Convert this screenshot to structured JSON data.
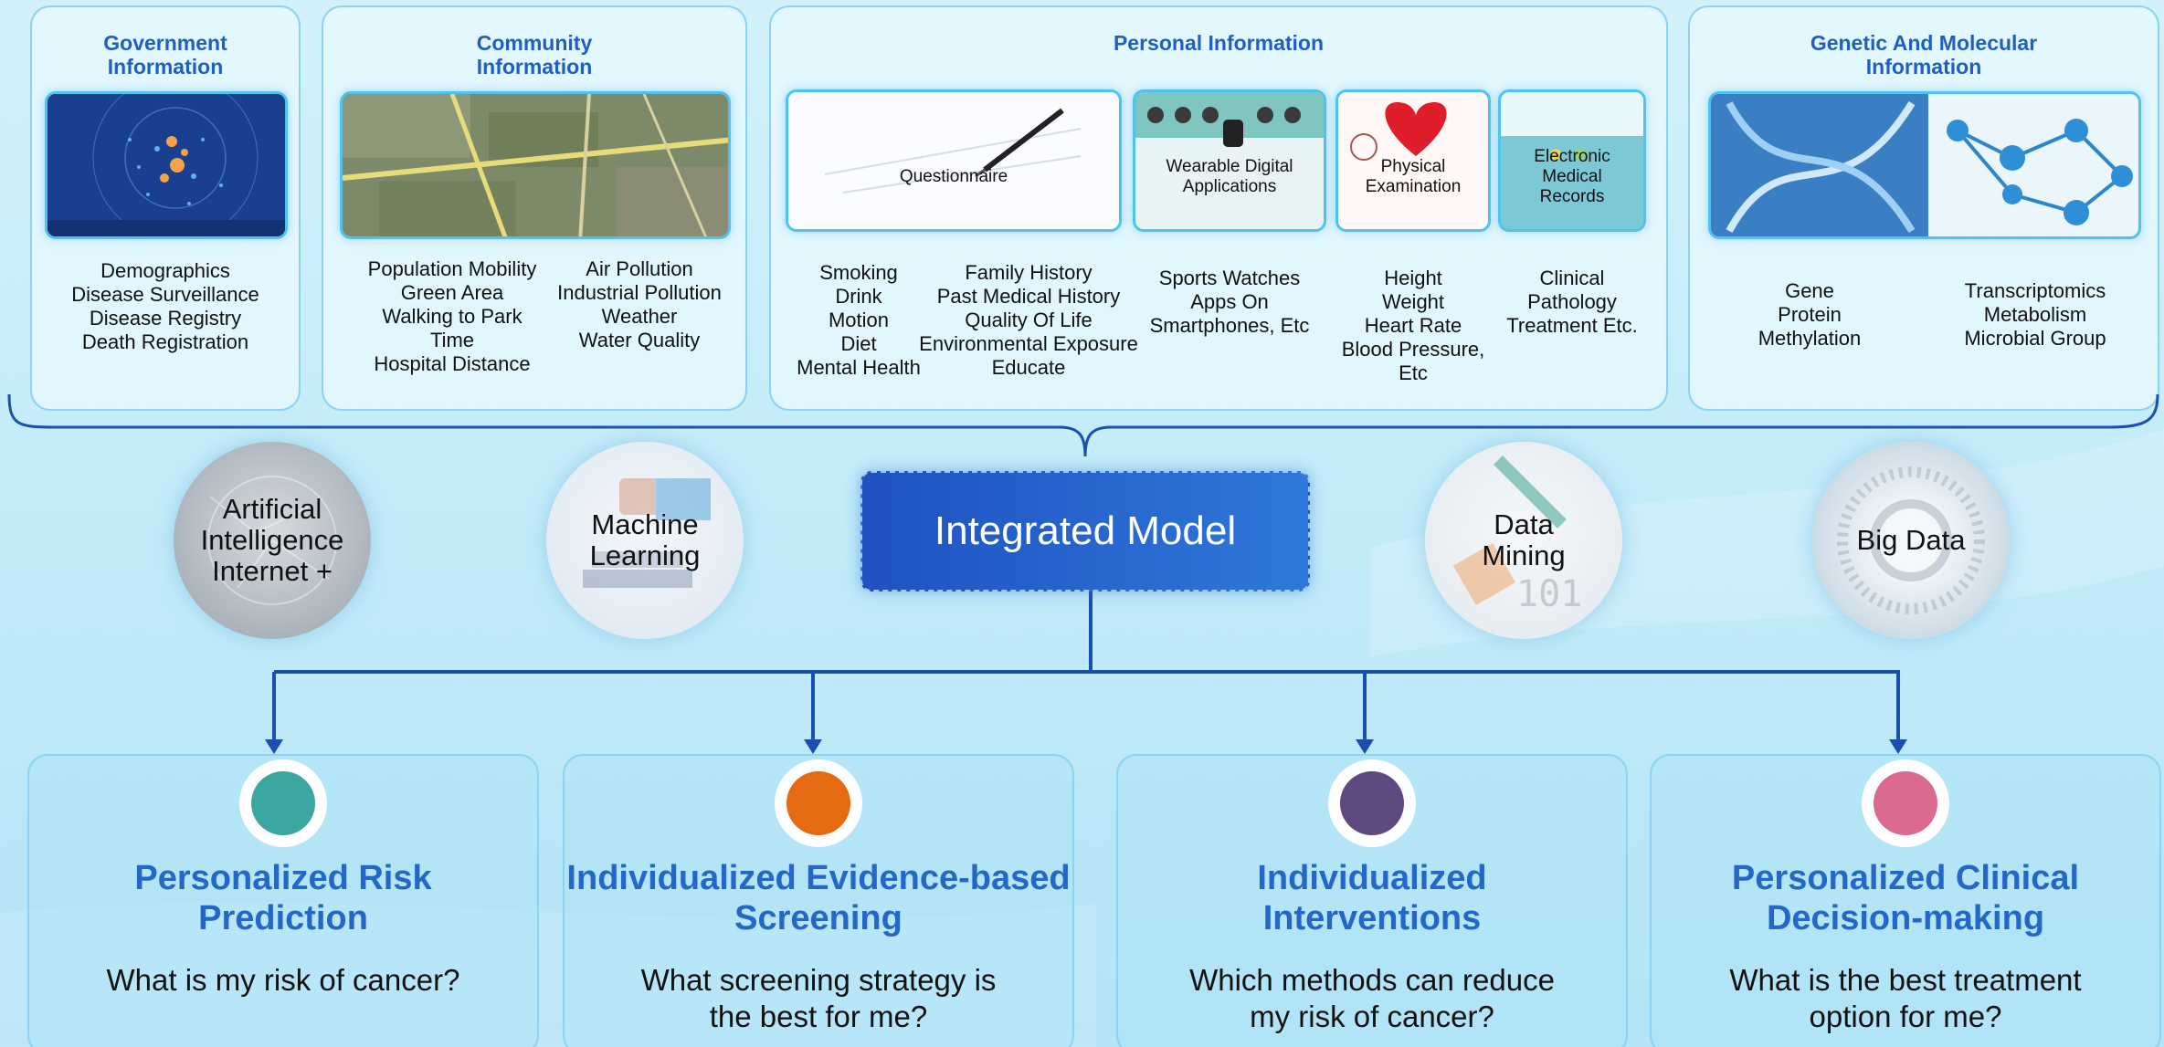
{
  "sources": {
    "government": {
      "title": "Government\nInformation",
      "items": [
        "Demographics",
        "Disease Surveillance",
        "Disease Registry",
        "Death Registration"
      ]
    },
    "community": {
      "title": "Community\nInformation",
      "col1": [
        "Population Mobility",
        "Green Area",
        "Walking to Park",
        "Time",
        "Hospital Distance"
      ],
      "col2": [
        "Air Pollution",
        "Industrial Pollution",
        "Weather",
        "Water Quality"
      ]
    },
    "personal": {
      "title": "Personal Information",
      "questionnaire_label": "Questionnaire",
      "wearable_label": "Wearable Digital\nApplications",
      "physical_label": "Physical\nExamination",
      "emr_label": "Electronic\nMedical\nRecords",
      "q_col1": [
        "Smoking",
        "Drink",
        "Motion",
        "Diet",
        "Mental Health"
      ],
      "q_col2": [
        "Family History",
        "Past Medical History",
        "Quality Of Life",
        "Environmental Exposure",
        "Educate"
      ],
      "wearable_items": [
        "Sports Watches",
        "Apps On",
        "Smartphones, Etc"
      ],
      "physical_items": [
        "Height",
        "Weight",
        "Heart Rate",
        "Blood Pressure,",
        "Etc"
      ],
      "emr_items": [
        "Clinical",
        "Pathology",
        "Treatment Etc."
      ]
    },
    "genetic": {
      "title": "Genetic And Molecular\nInformation",
      "col1": [
        "Gene",
        "Protein",
        "Methylation"
      ],
      "col2": [
        "Transcriptomics",
        "Metabolism",
        "Microbial Group"
      ]
    }
  },
  "tech": {
    "ai": "Artificial\nIntelligence\nInternet +",
    "ml": "Machine\nLearning",
    "dm": "Data\nMining",
    "bd": "Big Data"
  },
  "model": {
    "label": "Integrated Model"
  },
  "outcomes": [
    {
      "title": "Personalized Risk\nPrediction",
      "question": "What is my risk of cancer?",
      "color": "#3aa8a0"
    },
    {
      "title": "Individualized Evidence-based\nScreening",
      "question": "What screening strategy is\nthe best for me?",
      "color": "#e56a12"
    },
    {
      "title": "Individualized\nInterventions",
      "question": "Which methods can reduce\nmy risk of cancer?",
      "color": "#5e4a7e"
    },
    {
      "title": "Personalized Clinical\nDecision-making",
      "question": "What is the best treatment\noption for me?",
      "color": "#da6a8e"
    }
  ],
  "colors": {
    "accent": "#2467c8",
    "connector": "#1a4fb0",
    "panel_border": "#7dcdf0"
  }
}
